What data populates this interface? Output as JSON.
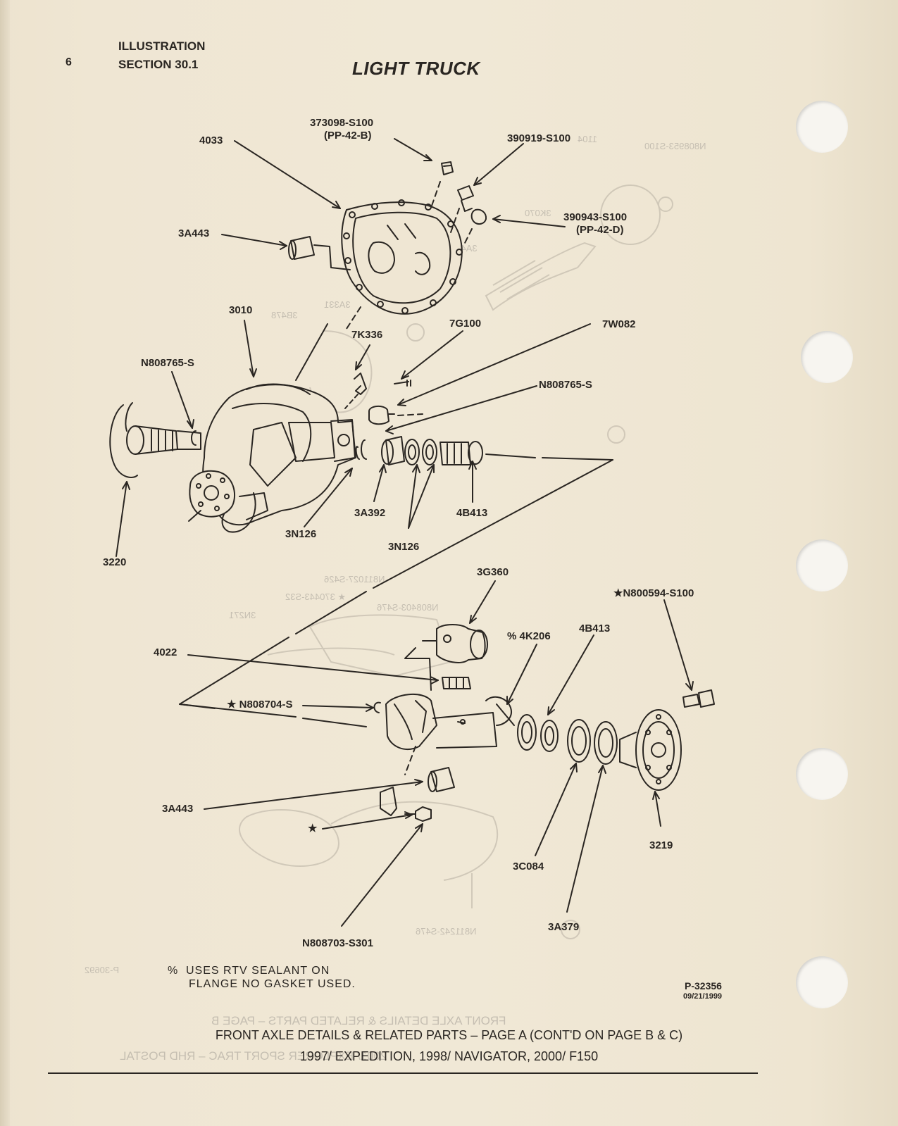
{
  "header": {
    "page_number": "6",
    "line1": "ILLUSTRATION",
    "line2": "SECTION 30.1",
    "title": "LIGHT TRUCK"
  },
  "callouts": {
    "c373098": "373098-S100",
    "c373098_sub": "(PP-42-B)",
    "c390919": "390919-S100",
    "c4033": "4033",
    "c390943": "390943-S100",
    "c390943_sub": "(PP-42-D)",
    "c3a443_top": "3A443",
    "c3010": "3010",
    "c7k336": "7K336",
    "c7g100": "7G100",
    "c7w082": "7W082",
    "cn808765_left": "N808765-S",
    "cn808765_right": "N808765-S",
    "c3a392": "3A392",
    "c4b413_top": "4B413",
    "c3n126_left": "3N126",
    "c3n126_mid": "3N126",
    "c3220": "3220",
    "c3g360": "3G360",
    "cn800594": "★N800594-S100",
    "c4k206": "% 4K206",
    "c4b413_bot": "4B413",
    "c4022": "4022",
    "cn808704": "★ N808704-S",
    "c3a443_bot": "3A443",
    "cstar": "★",
    "c3219": "3219",
    "c3c084": "3C084",
    "c3a379": "3A379",
    "cn808703": "N808703-S301"
  },
  "note": {
    "symbol": "%",
    "line1": "USES RTV SEALANT ON",
    "line2": "FLANGE NO GASKET USED."
  },
  "part_ref": {
    "number": "P-32356",
    "date": "09/21/1999"
  },
  "caption": {
    "line1": "FRONT AXLE DETAILS & RELATED PARTS – PAGE A (CONT'D ON PAGE B & C)",
    "line2": "1997/ EXPEDITION, 1998/ NAVIGATOR, 2000/ F150"
  },
  "colors": {
    "paper": "#efe6d3",
    "ink": "#2a2622",
    "bleed": "#b7b1a6"
  }
}
